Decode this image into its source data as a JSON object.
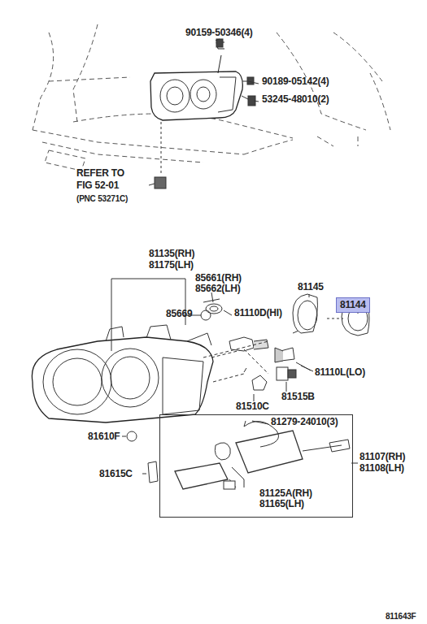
{
  "diagram": {
    "nodes": [
      {
        "text": [
          "81144"
        ]
      },
      {
        "text": [
          "81279-24010(3)",
          "81125A(RH) 81165(LH)"
        ]
      }
    ],
    "labels": [
      "90159-50346(4)",
      "90189-05142(4)",
      "53245-48010(2)",
      "REFER TO",
      "FIG 52-01",
      "(PNC 53271C)",
      "81135(RH)",
      "81175(LH)",
      "85661(RH)",
      "85662(LH)",
      "81145",
      "85669",
      "81110D(HI)",
      "81110L(LO)",
      "81515B",
      "81510C",
      "81610F",
      "81615C",
      "81107(RH)",
      "81108(LH)",
      "811643F"
    ]
  }
}
